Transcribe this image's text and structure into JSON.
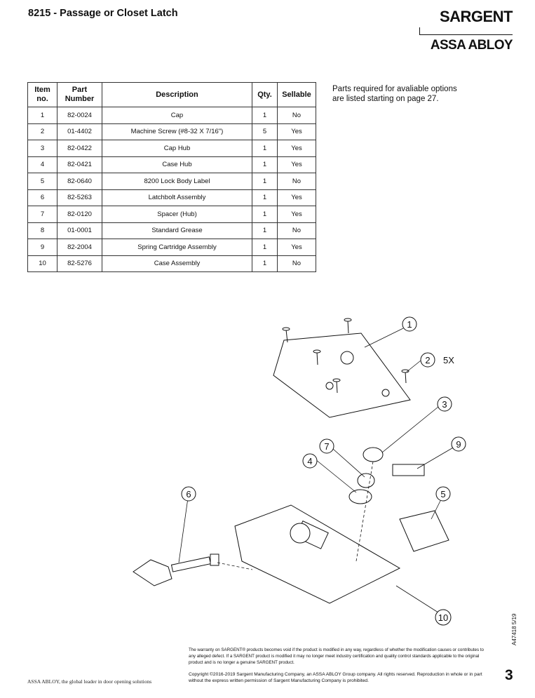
{
  "document": {
    "title": "8215 - Passage or Closet Latch",
    "logo": {
      "brand": "SARGENT",
      "parent": "ASSA ABLOY"
    },
    "note": "Parts required for avaliable options are listed starting on page 27.",
    "doc_number": "A47418 5/19",
    "page_number": "3",
    "tagline": "ASSA ABLOY, the global leader in door opening solutions",
    "warranty": "The warranty on SARGENT® products becomes void if the product is modified in any way, regardless of whether the modification causes or contributes to any alleged defect. If a SARGENT product is modified it may no longer meet industry certification and quality control standards applicable to the original product and is no longer a genuine SARGENT product.",
    "copyright": "Copyright ©2016-2019 Sargent Manufacturing Company, an ASSA ABLOY Group company. All rights reserved. Reproduction in whole or in part without the express written permission of Sargent Manufacturing Company is prohibited."
  },
  "table": {
    "headers": [
      "Item no.",
      "Part Number",
      "Description",
      "Qty.",
      "Sellable"
    ],
    "rows": [
      [
        "1",
        "82-0024",
        "Cap",
        "1",
        "No"
      ],
      [
        "2",
        "01-4402",
        "Machine Screw (#8-32 X 7/16\")",
        "5",
        "Yes"
      ],
      [
        "3",
        "82-0422",
        "Cap Hub",
        "1",
        "Yes"
      ],
      [
        "4",
        "82-0421",
        "Case Hub",
        "1",
        "Yes"
      ],
      [
        "5",
        "82-0640",
        "8200 Lock Body Label",
        "1",
        "No"
      ],
      [
        "6",
        "82-5263",
        "Latchbolt Assembly",
        "1",
        "Yes"
      ],
      [
        "7",
        "82-0120",
        "Spacer (Hub)",
        "1",
        "Yes"
      ],
      [
        "8",
        "01-0001",
        "Standard Grease",
        "1",
        "No"
      ],
      [
        "9",
        "82-2004",
        "Spring Cartridge Assembly",
        "1",
        "Yes"
      ],
      [
        "10",
        "82-5276",
        "Case Assembly",
        "1",
        "No"
      ]
    ]
  },
  "diagram": {
    "callouts": [
      "1",
      "2",
      "3",
      "4",
      "5",
      "6",
      "7",
      "9",
      "10"
    ],
    "screw_qty": "5X"
  }
}
